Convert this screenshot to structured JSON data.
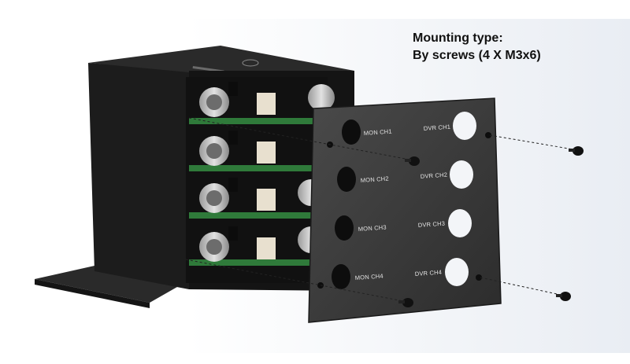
{
  "caption": {
    "line1": "Mounting type:",
    "line2": "By screws (4 X M3x6)"
  },
  "plate": {
    "mon_labels": [
      "MON CH1",
      "MON CH2",
      "MON CH3",
      "MON CH4"
    ],
    "dvr_labels": [
      "DVR CH1",
      "DVR CH2",
      "DVR CH3",
      "DVR CH4"
    ]
  },
  "colors": {
    "enclosure": "#1e1e1e",
    "plate": "#3a3a3a",
    "pcb": "#2f7a3a",
    "connector": "#c8c8c8"
  }
}
